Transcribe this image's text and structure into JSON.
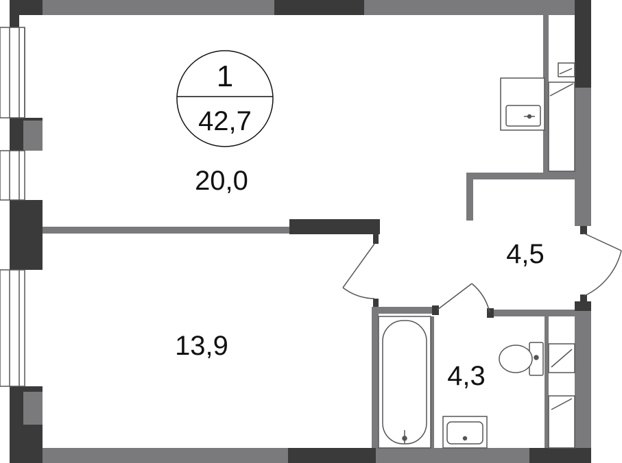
{
  "plan": {
    "apartment": {
      "rooms_count": "1",
      "total_area": "42,7"
    },
    "rooms": [
      {
        "id": "living-room",
        "area": "20,0"
      },
      {
        "id": "bedroom",
        "area": "13,9"
      },
      {
        "id": "hallway",
        "area": "4,5"
      },
      {
        "id": "bathroom",
        "area": "4,3"
      }
    ],
    "colors": {
      "wall_dark": "#3a3a3a",
      "wall_gray": "#7a7a7c",
      "fixture_stroke": "#555555",
      "background": "#ffffff"
    }
  }
}
